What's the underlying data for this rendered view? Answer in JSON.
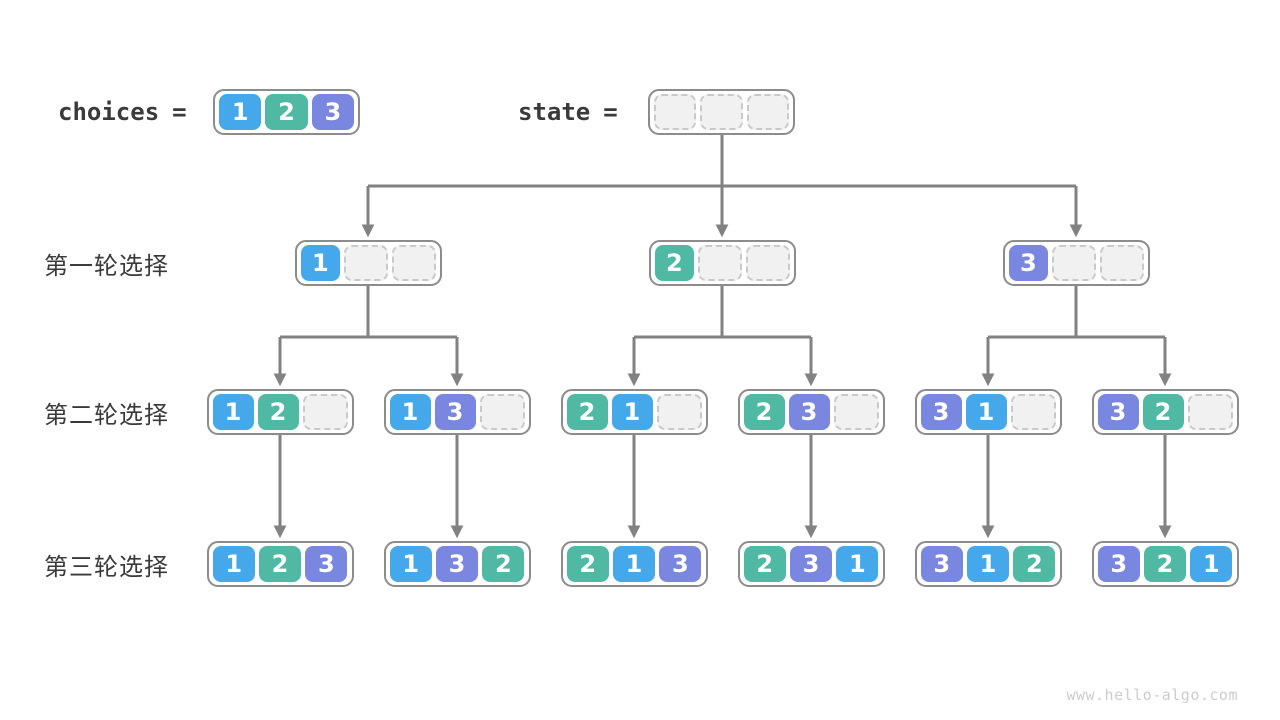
{
  "header": {
    "choices": {
      "label": "choices",
      "eq": "=",
      "values": [
        1,
        2,
        3
      ]
    },
    "state": {
      "label": "state",
      "eq": "=",
      "values": [
        null,
        null,
        null
      ]
    }
  },
  "rows": [
    {
      "label": "第一轮选择",
      "nodes": [
        [
          1,
          null,
          null
        ],
        [
          2,
          null,
          null
        ],
        [
          3,
          null,
          null
        ]
      ]
    },
    {
      "label": "第二轮选择",
      "nodes": [
        [
          1,
          2,
          null
        ],
        [
          1,
          3,
          null
        ],
        [
          2,
          1,
          null
        ],
        [
          2,
          3,
          null
        ],
        [
          3,
          1,
          null
        ],
        [
          3,
          2,
          null
        ]
      ]
    },
    {
      "label": "第三轮选择",
      "nodes": [
        [
          1,
          2,
          3
        ],
        [
          1,
          3,
          2
        ],
        [
          2,
          1,
          3
        ],
        [
          2,
          3,
          1
        ],
        [
          3,
          1,
          2
        ],
        [
          3,
          2,
          1
        ]
      ]
    }
  ],
  "watermark": "www.hello-algo.com",
  "colors": {
    "cell1": "#45A8EB",
    "cell2": "#4FB9A4",
    "cell3": "#7A87E0",
    "line": "#828282",
    "node_border": "#8C8C8C",
    "empty_fill": "#F1F1F1",
    "empty_border": "#C9C9C9",
    "text": "#3A3A3A",
    "watermark": "#CCCCCC"
  }
}
